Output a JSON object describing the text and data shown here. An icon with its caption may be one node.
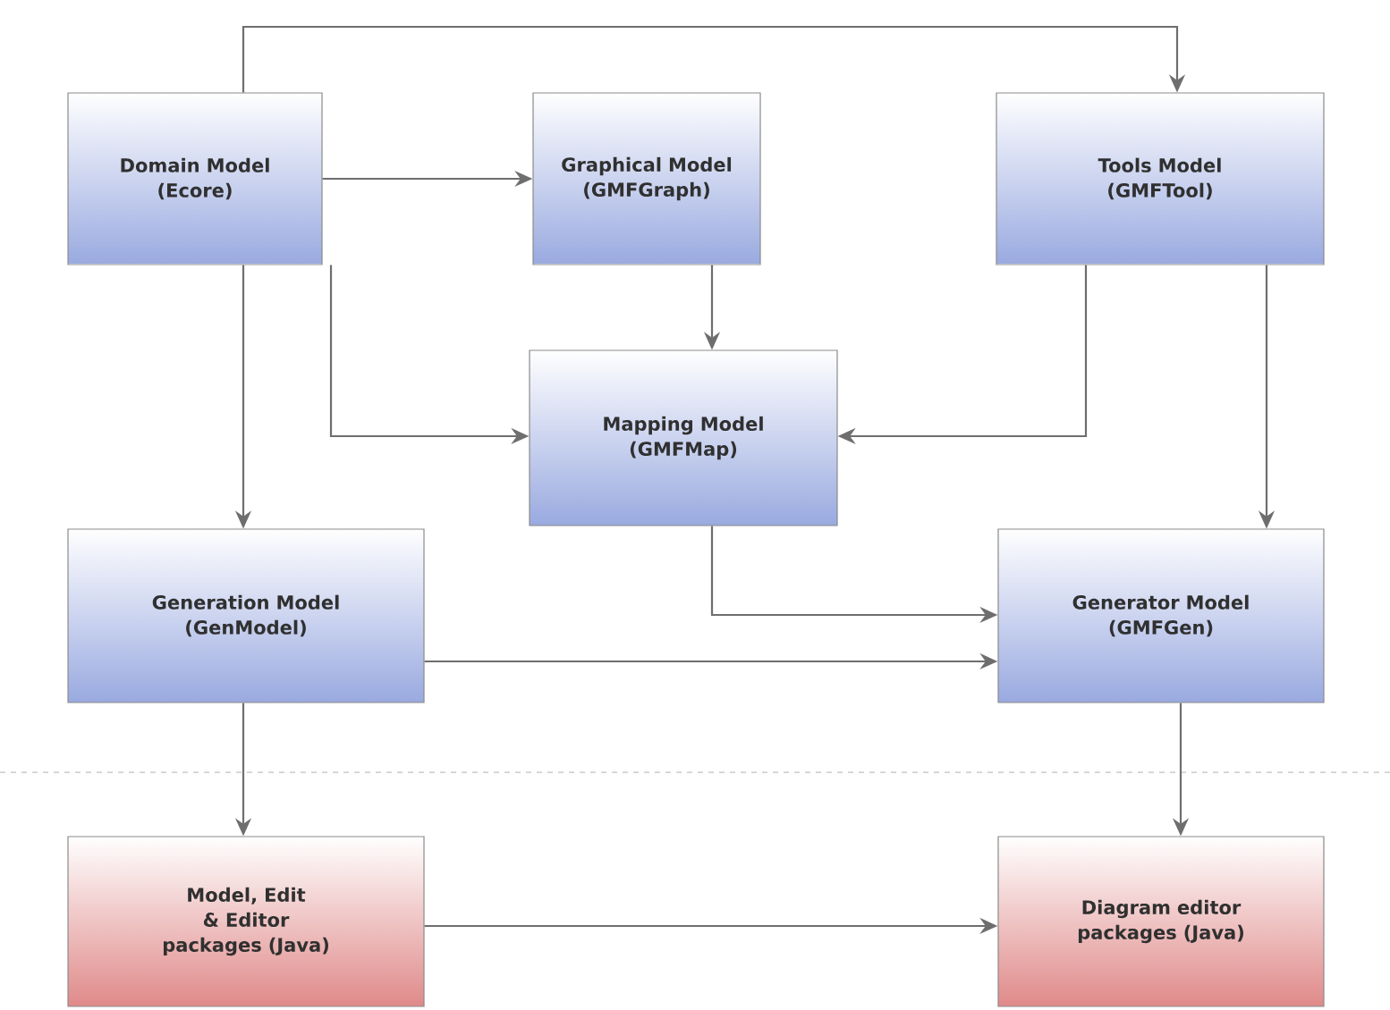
{
  "diagram": {
    "nodes": [
      {
        "text": [
          "Domain Model (Ecore)"
        ]
      },
      {
        "text": [
          "Graphical Model (GMFGraph)"
        ]
      },
      {
        "text": [
          "Tools Model (GMFTool)"
        ]
      },
      {
        "text": [
          "Mapping Model (GMFMap)"
        ]
      },
      {
        "text": [
          "Generation Model (GenModel)"
        ]
      },
      {
        "text": [
          "Generator Model (GMFGen)"
        ]
      },
      {
        "text": [
          "Model, Edit & Editor packages (Java)"
        ]
      },
      {
        "text": [
          "Diagram editor packages (Java)"
        ]
      }
    ],
    "edges": [
      {
        "from": 0,
        "to": 1,
        "arrow": "to"
      },
      {
        "from": 0,
        "to": 2,
        "arrow": "to"
      },
      {
        "from": 1,
        "to": 3,
        "arrow": "to"
      },
      {
        "from": 0,
        "to": 3,
        "arrow": "to"
      },
      {
        "from": 2,
        "to": 3,
        "arrow": "to"
      },
      {
        "from": 0,
        "to": 4,
        "arrow": "to"
      },
      {
        "from": 2,
        "to": 5,
        "arrow": "to"
      },
      {
        "from": 3,
        "to": 5,
        "arrow": "to"
      },
      {
        "from": 4,
        "to": 5,
        "arrow": "to"
      },
      {
        "from": 4,
        "to": 6,
        "arrow": "to"
      },
      {
        "from": 5,
        "to": 7,
        "arrow": "to"
      },
      {
        "from": 6,
        "to": 7,
        "arrow": "to"
      }
    ]
  }
}
